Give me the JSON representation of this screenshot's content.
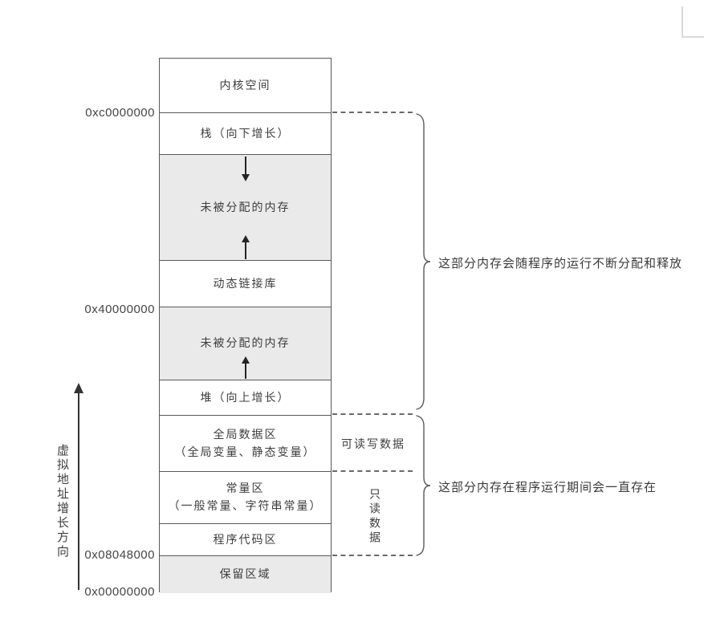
{
  "memory_map": {
    "rows": [
      {
        "label": "内核空间"
      },
      {
        "label": "栈（向下增长）"
      },
      {
        "label": "未被分配的内存"
      },
      {
        "label": "动态链接库"
      },
      {
        "label": "未被分配的内存"
      },
      {
        "label": "堆（向上增长）"
      },
      {
        "label": "全局数据区",
        "sublabel": "（全局变量、静态变量）"
      },
      {
        "label": "常量区",
        "sublabel": "（一般常量、字符串常量）"
      },
      {
        "label": "程序代码区"
      },
      {
        "label": "保留区域"
      }
    ],
    "addresses": [
      {
        "value": "0xc0000000"
      },
      {
        "value": "0x40000000"
      },
      {
        "value": "0x08048000"
      },
      {
        "value": "0x00000000"
      }
    ]
  },
  "axis": {
    "label": "虚拟地址增长方向"
  },
  "annotations": {
    "readwrite": "可读写数据",
    "readonly": "只读数据",
    "brace_top": "这部分内存会随程序的运行不断分配和释放",
    "brace_bottom": "这部分内存在程序运行期间会一直存在"
  },
  "colors": {
    "shaded_region": "#eaeaea",
    "box_border": "#58595b",
    "text": "#3d3d3d"
  }
}
